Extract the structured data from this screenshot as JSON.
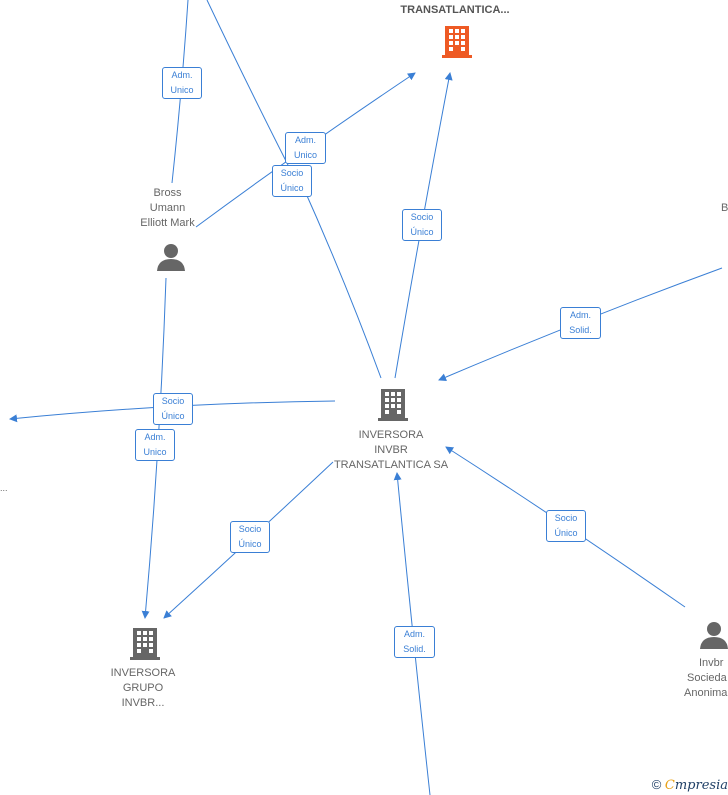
{
  "nodes": {
    "transatlantica_top": {
      "name": "TRANSATLANTICA...",
      "color": "#ee5a24"
    },
    "bross": {
      "lines": [
        "Bross",
        "Umann",
        "Elliott Mark"
      ]
    },
    "inversora_main": {
      "lines": [
        "INVERSORA",
        "INVBR",
        "TRANSATLANTICA SA"
      ]
    },
    "inversora_grupo": {
      "lines": [
        "INVERSORA",
        "GRUPO",
        "INVBR..."
      ]
    },
    "invbr_sociedad": {
      "lines": [
        "Invbr",
        "Socieda",
        "Anonima"
      ]
    },
    "right_edge_partial": {
      "text": "B"
    },
    "left_edge_partial": {
      "text": "..."
    }
  },
  "edge_labels": {
    "adm_unico_1": [
      "Adm.",
      "Unico"
    ],
    "adm_unico_2": [
      "Adm.",
      "Unico"
    ],
    "socio_unico_1": [
      "Socio",
      "Único"
    ],
    "socio_unico_2": [
      "Socio",
      "Único"
    ],
    "adm_solid_1": [
      "Adm.",
      "Solid."
    ],
    "socio_unico_3": [
      "Socio",
      "Único"
    ],
    "adm_unico_3": [
      "Adm.",
      "Unico"
    ],
    "socio_unico_4": [
      "Socio",
      "Único"
    ],
    "socio_unico_5": [
      "Socio",
      "Único"
    ],
    "adm_solid_2": [
      "Adm.",
      "Solid."
    ]
  },
  "colors": {
    "edge": "#3a7fd5",
    "node_gray": "#666666",
    "highlight": "#ee5a24"
  },
  "footer": {
    "copyright": "©",
    "brand_first": "C",
    "brand_rest": "mpresia"
  }
}
